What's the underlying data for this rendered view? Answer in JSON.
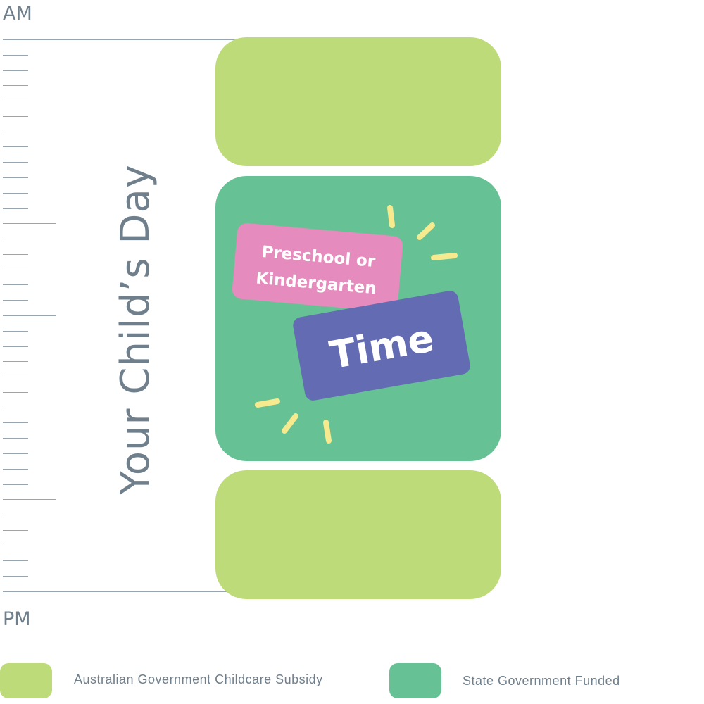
{
  "diagram": {
    "title": "Your Child’s Day",
    "start_label": "AM",
    "end_label": "PM",
    "segments": [
      {
        "name": "morning",
        "funding": "Australian Government Childcare Subsidy"
      },
      {
        "name": "preschool",
        "funding": "State Government Funded",
        "label_line1": "Preschool or",
        "label_line2": "Kindergarten",
        "label_time": "Time"
      },
      {
        "name": "afternoon",
        "funding": "Australian Government Childcare Subsidy"
      }
    ]
  },
  "legend": {
    "items": [
      {
        "label": "Australian Government Childcare Subsidy",
        "color": "#bedb7a"
      },
      {
        "label": "State Government Funded",
        "color": "#66c294"
      }
    ]
  },
  "colors": {
    "text": "#6f7f8c",
    "subsidy_green": "#bedb7a",
    "state_green": "#66c294",
    "pink_label": "#e68bbd",
    "purple_label": "#636bb3",
    "spark_yellow": "#f7ea8e",
    "ruler": "#6f7f8c"
  },
  "icons": {
    "sparkle": "sparkle-burst-icon"
  }
}
